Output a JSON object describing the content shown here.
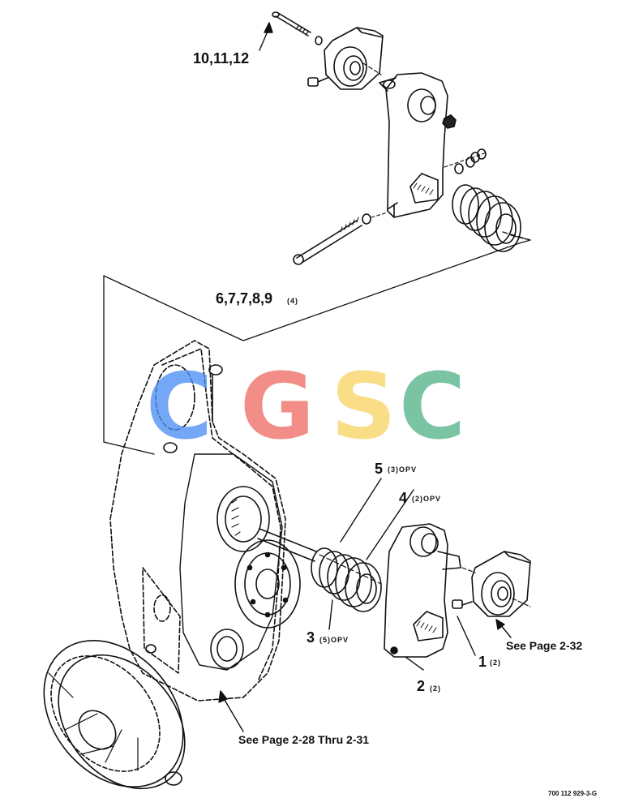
{
  "labels": {
    "l10": "10,11,12",
    "l6": "6,7,7,8,9",
    "l6q": "(4)",
    "l5": "5",
    "l5q": "(3)OPV",
    "l4": "4",
    "l4q": "(2)OPV",
    "l3": "3",
    "l3q": "(5)OPV",
    "l1": "1",
    "l1q": "(2)",
    "l2": "2",
    "l2q": "(2)",
    "see232": "See Page 2-32",
    "see228": "See Page 2-28 Thru 2-31",
    "partno": "700 112 929-3-G"
  },
  "watermark": {
    "letters": [
      "C",
      "G",
      "S",
      "C"
    ],
    "colors": [
      "#4f8ff5",
      "#ef6e66",
      "#f8d566",
      "#56b48a"
    ]
  }
}
